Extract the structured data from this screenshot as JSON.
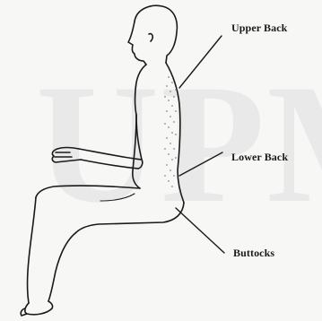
{
  "labels": {
    "upper_back": "Upper Back",
    "lower_back": "Lower Back",
    "buttocks": "Buttocks"
  },
  "watermark": "UPM",
  "colors": {
    "ink": "#1a1a1a",
    "background": "#f7f7f5",
    "watermark": "#e9e9e9"
  }
}
